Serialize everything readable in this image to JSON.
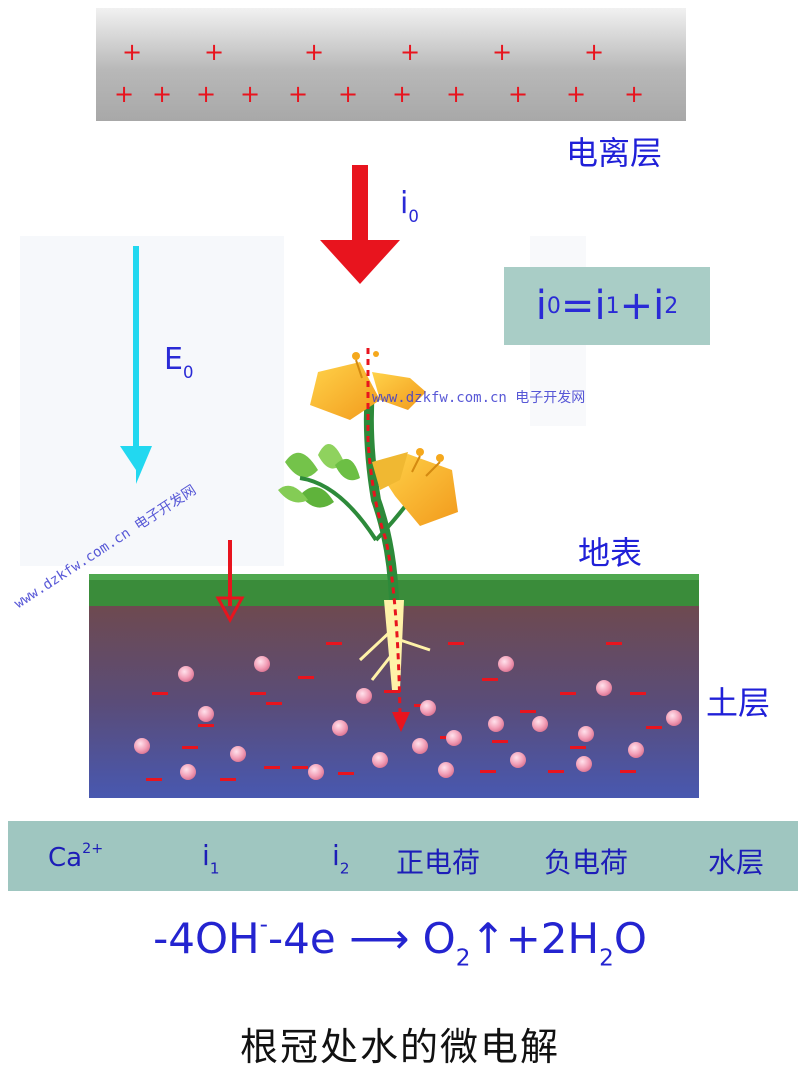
{
  "labels": {
    "ionosphere": "电离层",
    "ground_surface": "地表",
    "soil_layer": "土层"
  },
  "symbols": {
    "i0": {
      "base": "i",
      "sub": "0"
    },
    "e0": {
      "base": "E",
      "sub": "0"
    }
  },
  "equation": {
    "i": "i",
    "eq": "=",
    "plus": "+",
    "sub0": "0",
    "sub1": "1",
    "sub2": "2"
  },
  "legend": {
    "ca_ion": "Ca",
    "ca_charge": "2+",
    "i1_base": "i",
    "i1_sub": "1",
    "i2_base": "i",
    "i2_sub": "2",
    "positive": "正电荷",
    "negative": "负电荷",
    "water": "水层"
  },
  "reaction": {
    "left": "-4OH",
    "minus_sup": "-",
    "middle": "-4e ",
    "arrow": "⟶",
    "o": " O",
    "o_sub": "2",
    "up": "↑",
    "plus": "+2H",
    "h_sub": "2",
    "tail": "O"
  },
  "caption": "根冠处水的微电解",
  "watermarks": {
    "center": "www.dzkfw.com.cn 电子开发网",
    "rotated": "www.dzkfw.com.cn 电子开发网"
  },
  "colors": {
    "positive": "#e8141e",
    "current_arrow": "#e8141e",
    "field_arrow": "#22d8f0",
    "label_blue": "#2020d8",
    "ground": "#3a8c3a",
    "legend_bg": "#9fc6c0"
  }
}
